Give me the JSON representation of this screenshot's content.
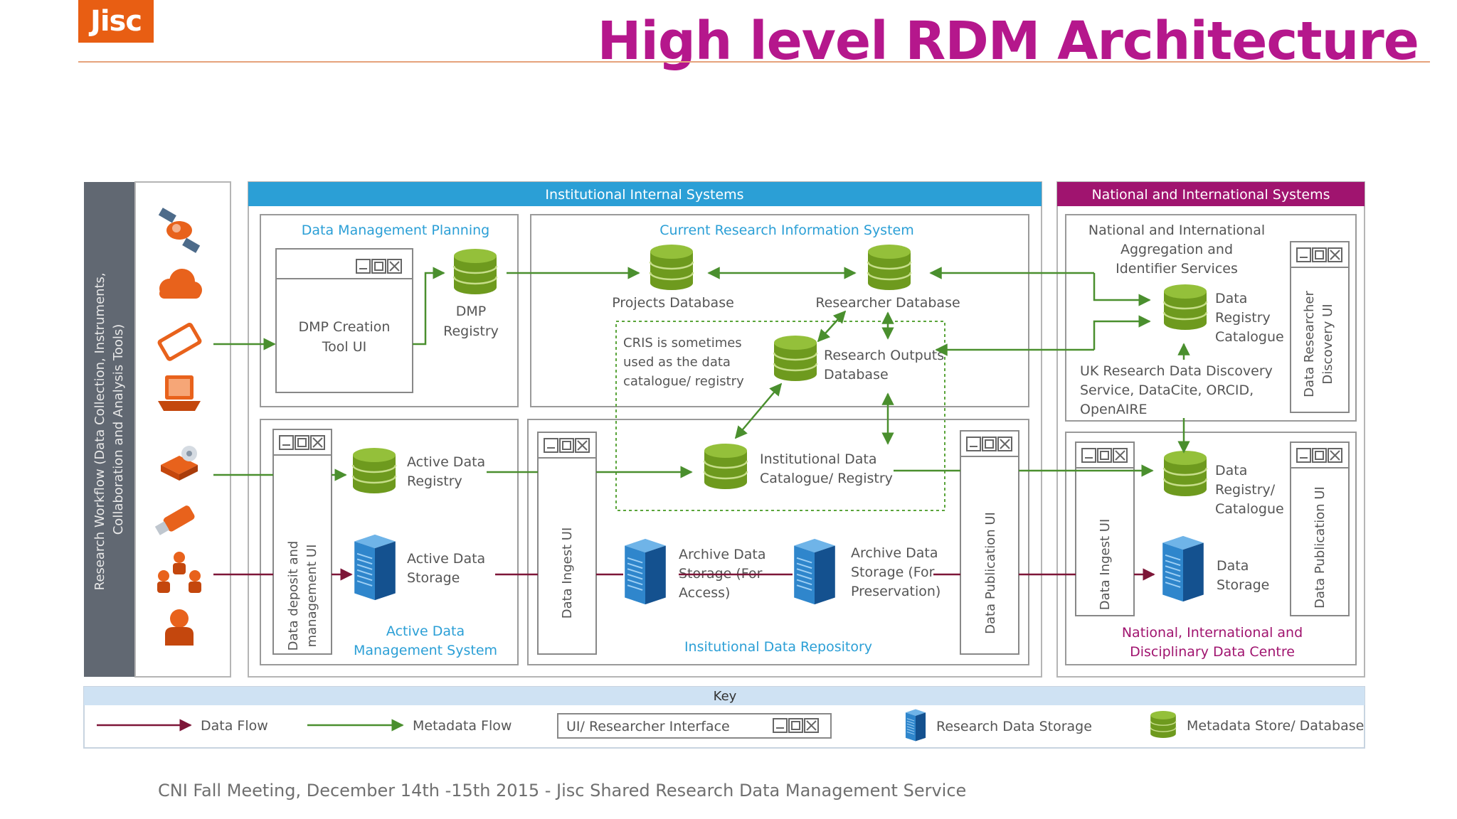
{
  "slide": {
    "logo_text": "Jisc",
    "title": "High level RDM Architecture",
    "footer": "CNI Fall Meeting, December 14th -15th 2015 - Jisc Shared Research Data Management Service"
  },
  "diagram": {
    "workflow_label": [
      "Research Workflow (Data Collection, Instruments,",
      "Collaboration and Analysis Tools)"
    ],
    "institutional_header": "Institutional Internal Systems",
    "national_header": "National and International Systems",
    "dmp": {
      "title": "Data Management Planning",
      "tool_ui": [
        "DMP Creation",
        "Tool UI"
      ],
      "registry": [
        "DMP",
        "Registry"
      ]
    },
    "cris": {
      "title": "Current Research Information System",
      "projects_db": "Projects Database",
      "researcher_db": "Researcher Database",
      "outputs_db": [
        "Research Outputs",
        "Database"
      ],
      "note": [
        "CRIS is sometimes",
        "used as the data",
        "catalogue/ registry"
      ]
    },
    "active": {
      "ui": [
        "Data deposit and",
        "management UI"
      ],
      "registry": [
        "Active Data",
        "Registry"
      ],
      "storage": [
        "Active Data",
        "Storage"
      ],
      "title": [
        "Active Data",
        "Management System"
      ]
    },
    "repository": {
      "ingest_ui": "Data Ingest UI",
      "catalogue": [
        "Institutional Data",
        "Catalogue/ Registry"
      ],
      "archive_access": [
        "Archive Data",
        "Storage (For",
        "Access)"
      ],
      "archive_preservation": [
        "Archive Data",
        "Storage (For",
        "Preservation)"
      ],
      "publication_ui": "Data Publication UI",
      "title": "Insitutional Data Repository"
    },
    "national_top": {
      "title": [
        "National and International",
        "Aggregation and",
        "Identifier Services"
      ],
      "catalogue": [
        "Data",
        "Registry",
        "Catalogue"
      ],
      "services": [
        "UK Research Data Discovery",
        "Service, DataCite, ORCID,",
        "OpenAIRE"
      ],
      "discovery_ui": [
        "Data Researcher",
        "Discovery UI"
      ]
    },
    "national_bottom": {
      "ingest_ui": "Data Ingest UI",
      "catalogue": [
        "Data",
        "Registry/",
        "Catalogue"
      ],
      "storage": [
        "Data",
        "Storage"
      ],
      "publication_ui": "Data Publication UI",
      "title": [
        "National, International and",
        "Disciplinary Data Centre"
      ]
    },
    "key": {
      "title": "Key",
      "data_flow": "Data Flow",
      "metadata_flow": "Metadata Flow",
      "ui": "UI/ Researcher Interface",
      "storage": "Research Data Storage",
      "store": "Metadata Store/ Database"
    },
    "colors": {
      "institutional": "#2b9fd6",
      "national": "#a0146f",
      "metadata_flow": "#4a8f2e",
      "data_flow": "#7d1638",
      "database": "#6e9a1e",
      "storage": "#1b6fb3",
      "device": "#e8621c"
    }
  }
}
